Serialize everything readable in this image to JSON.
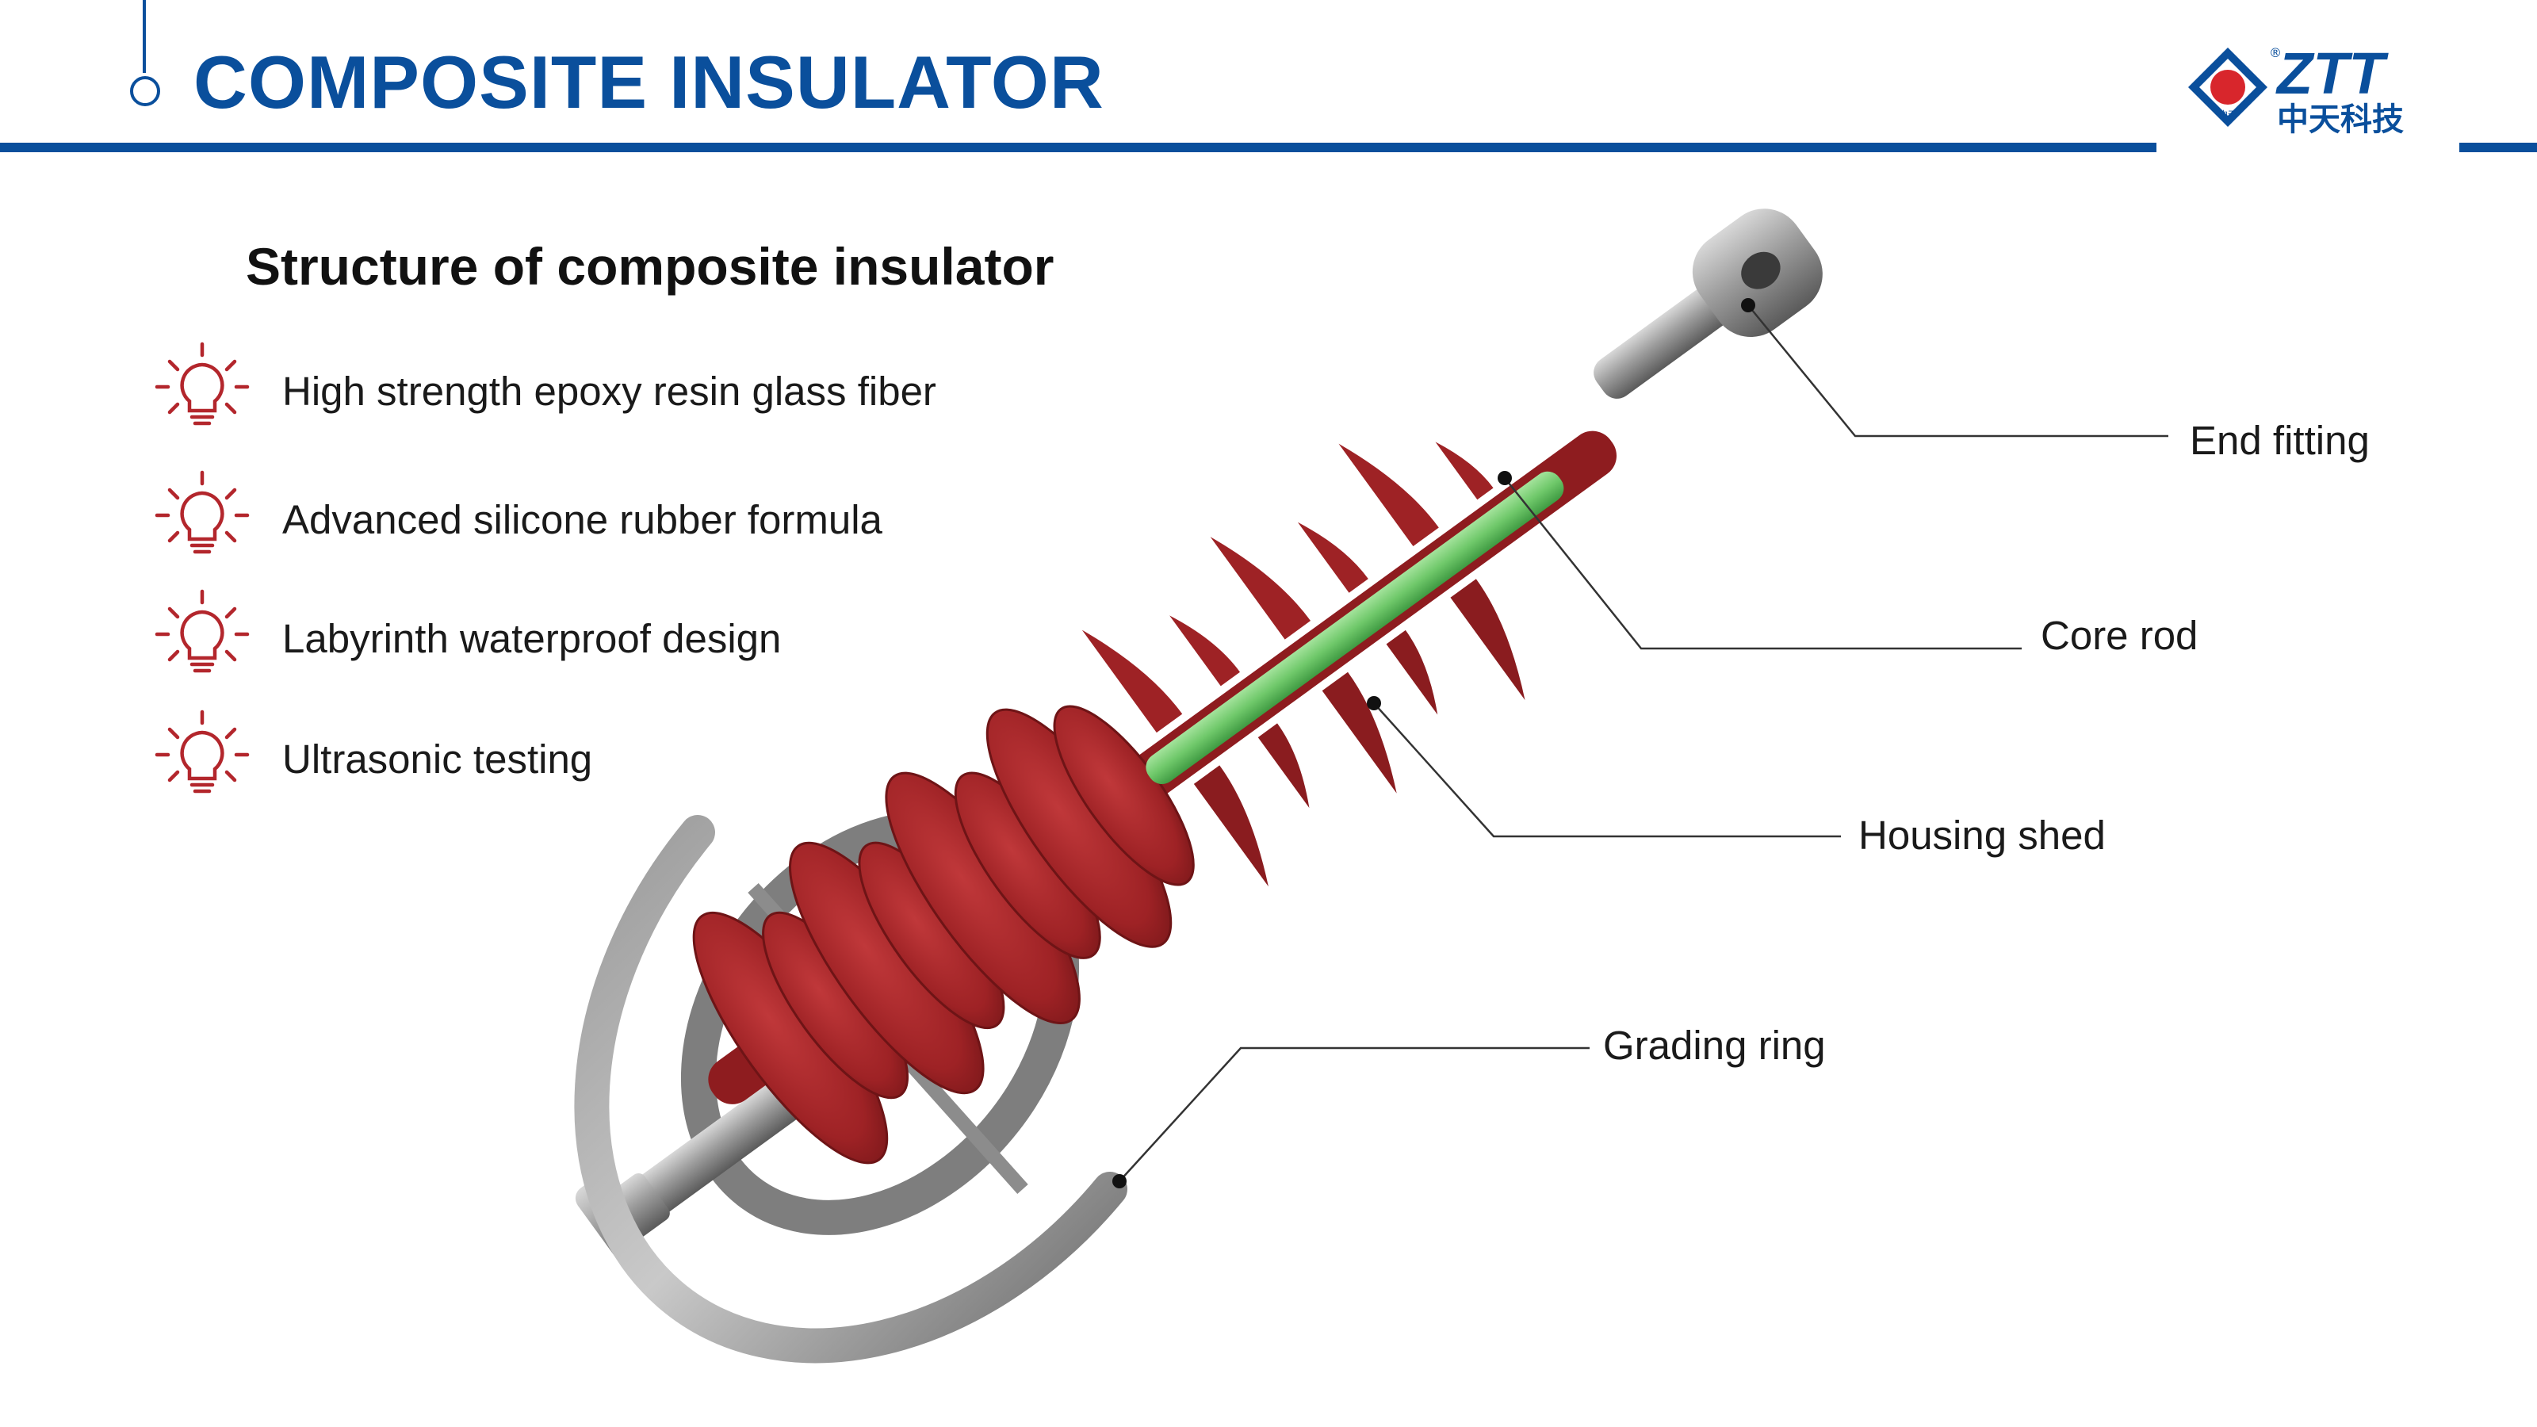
{
  "header": {
    "title": "COMPOSITE INSULATOR",
    "logo_text": "ZTT",
    "logo_cn": "中天科技",
    "logo_mark_cn": "中天",
    "registered": "®"
  },
  "subtitle": "Structure of composite insulator",
  "features": [
    {
      "label": "High strength epoxy resin glass fiber",
      "icon": "lightbulb-icon"
    },
    {
      "label": "Advanced silicone rubber formula",
      "icon": "lightbulb-icon"
    },
    {
      "label": "Labyrinth waterproof design",
      "icon": "lightbulb-icon"
    },
    {
      "label": "Ultrasonic testing",
      "icon": "lightbulb-icon"
    }
  ],
  "callouts": {
    "end_fitting": "End fitting",
    "core_rod": "Core rod",
    "housing_shed": "Housing shed",
    "grading_ring": "Grading ring"
  },
  "colors": {
    "brand_blue": "#0a4f9c",
    "icon_red": "#b3262c",
    "shed_red": "#a8262a",
    "rod_green": "#6fc86a",
    "metal_gray": "#9a9a9a"
  }
}
